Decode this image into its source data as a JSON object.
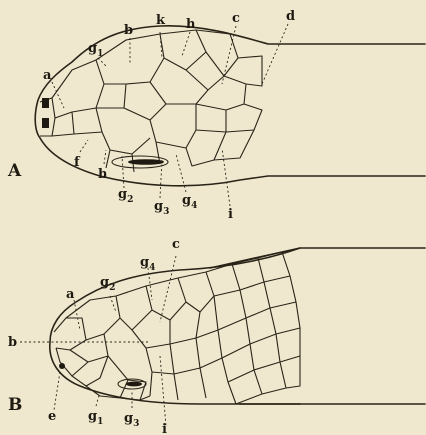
{
  "figure": {
    "panel_a": {
      "panel_label": "A",
      "labels": [
        {
          "id": "a",
          "base": "a",
          "sub": ""
        },
        {
          "id": "b",
          "base": "b",
          "sub": ""
        },
        {
          "id": "g1",
          "base": "g",
          "sub": "1"
        },
        {
          "id": "k",
          "base": "k",
          "sub": ""
        },
        {
          "id": "h_top",
          "base": "h",
          "sub": ""
        },
        {
          "id": "c",
          "base": "c",
          "sub": ""
        },
        {
          "id": "d",
          "base": "d",
          "sub": ""
        },
        {
          "id": "f",
          "base": "f",
          "sub": ""
        },
        {
          "id": "h_bottom",
          "base": "h",
          "sub": ""
        },
        {
          "id": "g2",
          "base": "g",
          "sub": "2"
        },
        {
          "id": "g3",
          "base": "g",
          "sub": "3"
        },
        {
          "id": "g4",
          "base": "g",
          "sub": "4"
        },
        {
          "id": "i",
          "base": "i",
          "sub": ""
        }
      ]
    },
    "panel_b": {
      "panel_label": "B",
      "labels": [
        {
          "id": "g4",
          "base": "g",
          "sub": "4"
        },
        {
          "id": "c",
          "base": "c",
          "sub": ""
        },
        {
          "id": "g2",
          "base": "g",
          "sub": "2"
        },
        {
          "id": "a",
          "base": "a",
          "sub": ""
        },
        {
          "id": "b",
          "base": "b",
          "sub": ""
        },
        {
          "id": "e",
          "base": "e",
          "sub": ""
        },
        {
          "id": "g1",
          "base": "g",
          "sub": "1"
        },
        {
          "id": "g3",
          "base": "g",
          "sub": "3"
        },
        {
          "id": "i",
          "base": "i",
          "sub": ""
        }
      ]
    }
  }
}
